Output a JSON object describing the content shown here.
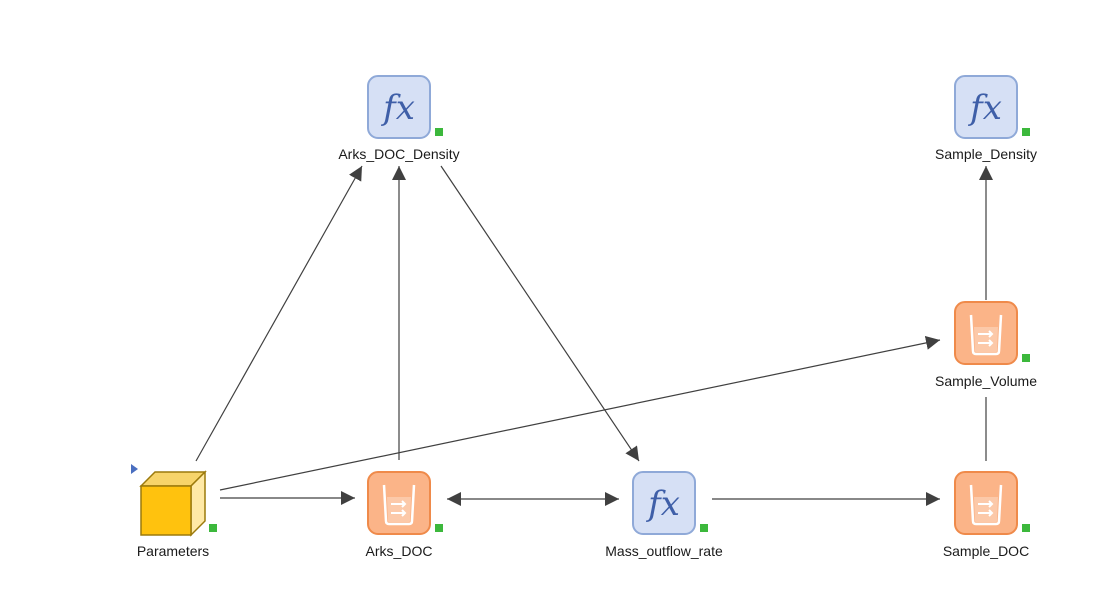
{
  "nodes": {
    "arks_doc_density": {
      "label": "Arks_DOC_Density",
      "type": "function",
      "icon": "function-fx-icon"
    },
    "sample_density": {
      "label": "Sample_Density",
      "type": "function",
      "icon": "function-fx-icon"
    },
    "sample_volume": {
      "label": "Sample_Volume",
      "type": "container",
      "icon": "container-beaker-icon"
    },
    "parameters": {
      "label": "Parameters",
      "type": "parameters",
      "icon": "parameters-cube-icon"
    },
    "arks_doc": {
      "label": "Arks_DOC",
      "type": "container",
      "icon": "container-beaker-icon"
    },
    "mass_outflow_rate": {
      "label": "Mass_outflow_rate",
      "type": "function",
      "icon": "function-fx-icon"
    },
    "sample_doc": {
      "label": "Sample_DOC",
      "type": "container",
      "icon": "container-beaker-icon"
    }
  },
  "edges": [
    {
      "from": "Parameters",
      "to": "Arks_DOC_Density"
    },
    {
      "from": "Parameters",
      "to": "Arks_DOC"
    },
    {
      "from": "Parameters",
      "to": "Sample_Volume"
    },
    {
      "from": "Arks_DOC",
      "to": "Arks_DOC_Density"
    },
    {
      "from": "Arks_DOC_Density",
      "to": "Mass_outflow_rate"
    },
    {
      "from": "Arks_DOC",
      "to": "Mass_outflow_rate",
      "bidirectional": true
    },
    {
      "from": "Mass_outflow_rate",
      "to": "Sample_DOC"
    },
    {
      "from": "Sample_DOC",
      "to": "Sample_Volume"
    },
    {
      "from": "Sample_Volume",
      "to": "Sample_Density"
    }
  ],
  "colors": {
    "function_fill": "#d6e0f5",
    "function_border": "#8fa9d8",
    "fx_text": "#3f5fa8",
    "container_fill": "#fbb488",
    "container_border": "#ef8a4a",
    "cube_front": "#ffc20e",
    "cube_top": "#f7d46a",
    "cube_side": "#ffe9a6",
    "cube_border": "#9c7a0c",
    "status_green": "#3cb83c",
    "edge": "#404040",
    "marker_blue": "#4a6fc0"
  }
}
